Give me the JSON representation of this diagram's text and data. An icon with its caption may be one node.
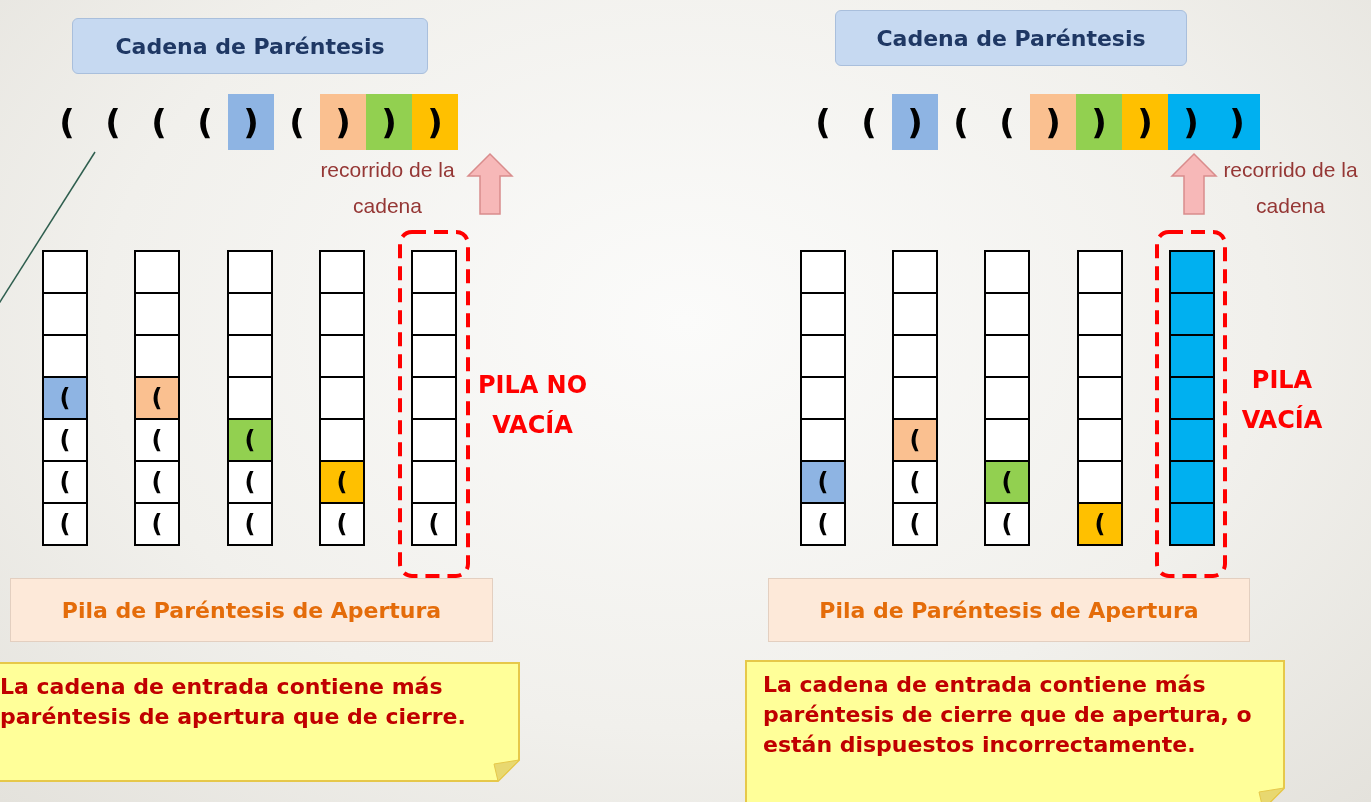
{
  "diagram": {
    "nodes": [
      {
        "text": [
          "Cadena de Paréntesis"
        ]
      },
      {
        "text": [
          "Pila de Paréntesis de Apertura"
        ]
      },
      {
        "text": [
          "La cadena de entrada contiene más paréntesis de apertura que de cierre."
        ]
      },
      {
        "text": [
          "Cadena de Paréntesis"
        ]
      },
      {
        "text": [
          "Pila de Paréntesis de Apertura"
        ]
      },
      {
        "text": [
          "La cadena de entrada contiene más paréntesis de cierre que de apertura, o están dispuestos incorrectamente."
        ]
      }
    ],
    "edges": [],
    "labels": [
      "(",
      "(",
      "(",
      "(",
      ")",
      "(",
      ")",
      ")",
      ")",
      "recorrido de la cadena",
      "PILA NO VACÍA",
      "(",
      "(",
      "(",
      "(",
      "(",
      "(",
      "(",
      "(",
      "(",
      "(",
      "(",
      "(",
      "(",
      "(",
      "(",
      "(",
      ")",
      "(",
      "(",
      ")",
      ")",
      ")",
      ")",
      ")",
      "recorrido de la cadena",
      "PILA VACÍA",
      "(",
      "(",
      "(",
      "(",
      "(",
      "(",
      "(",
      "("
    ]
  }
}
